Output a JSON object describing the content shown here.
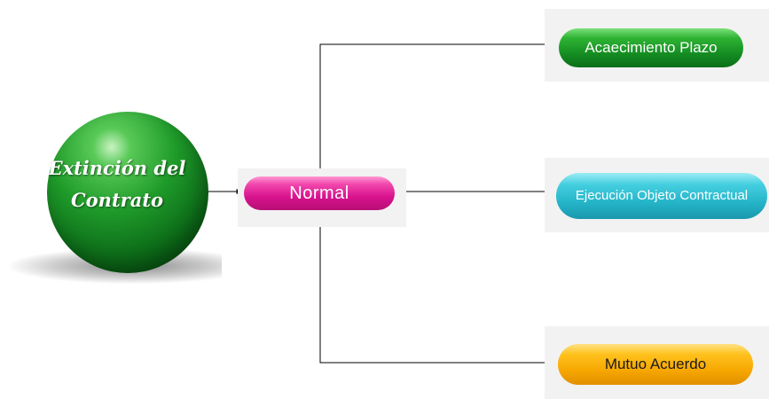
{
  "diagram": {
    "root": {
      "line1": "Extinción del",
      "line2": "Contrato"
    },
    "hub": {
      "label": "Normal"
    },
    "outcomes": [
      {
        "label": "Acaecimiento Plazo",
        "color": "#1a9a27"
      },
      {
        "label": "Ejecución Objeto Contractual",
        "color": "#2bbdd0"
      },
      {
        "label": "Mutuo Acuerdo",
        "color": "#fbb40c"
      }
    ],
    "colors": {
      "root": "#1f9b2a",
      "hub": "#e0218f",
      "connector": "#000000"
    }
  }
}
